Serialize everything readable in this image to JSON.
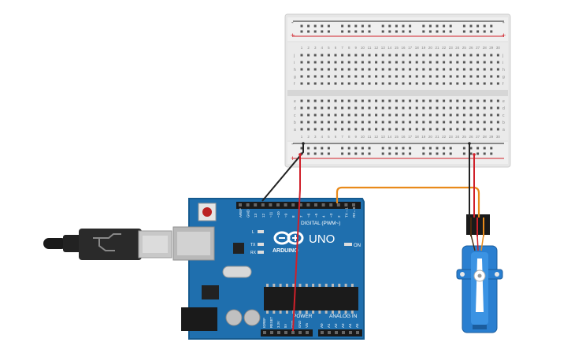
{
  "breadboard": {
    "plus_label": "+",
    "minus_label": "-",
    "rows_top": [
      "j",
      "i",
      "h",
      "g",
      "f"
    ],
    "rows_bottom": [
      "e",
      "d",
      "c",
      "b",
      "a"
    ],
    "column_numbers": [
      "1",
      "2",
      "3",
      "4",
      "5",
      "6",
      "7",
      "8",
      "9",
      "10",
      "11",
      "12",
      "13",
      "14",
      "15",
      "16",
      "17",
      "18",
      "19",
      "20",
      "21",
      "22",
      "23",
      "24",
      "25",
      "26",
      "27",
      "28",
      "29",
      "30"
    ]
  },
  "arduino": {
    "logo_text": "ARDUINO",
    "model": "UNO",
    "digital_label": "DIGITAL (PWM~)",
    "power_label": "POWER",
    "analog_label": "ANALOG IN",
    "on_label": "ON",
    "tx_label": "TX",
    "rx_label": "RX",
    "l_label": "L",
    "digital_pins": [
      "AREF",
      "GND",
      "13",
      "12",
      "~11",
      "~10",
      "~9",
      "8",
      "7",
      "~6",
      "~5",
      "4",
      "~3",
      "2",
      "TX→1",
      "RX←0"
    ],
    "power_pins": [
      "IOREF",
      "RESET",
      "3.3V",
      "5V",
      "GND",
      "GND",
      "Vin"
    ],
    "analog_pins": [
      "A0",
      "A1",
      "A2",
      "A3",
      "A4",
      "A5"
    ]
  },
  "colors": {
    "board_blue": "#1f6fae",
    "board_edge": "#155a8f",
    "breadboard": "#e9e9e9",
    "wire_black": "#222222",
    "wire_red": "#d0202a",
    "wire_orange": "#e98a1a",
    "servo_blue": "#2a7fd0"
  }
}
